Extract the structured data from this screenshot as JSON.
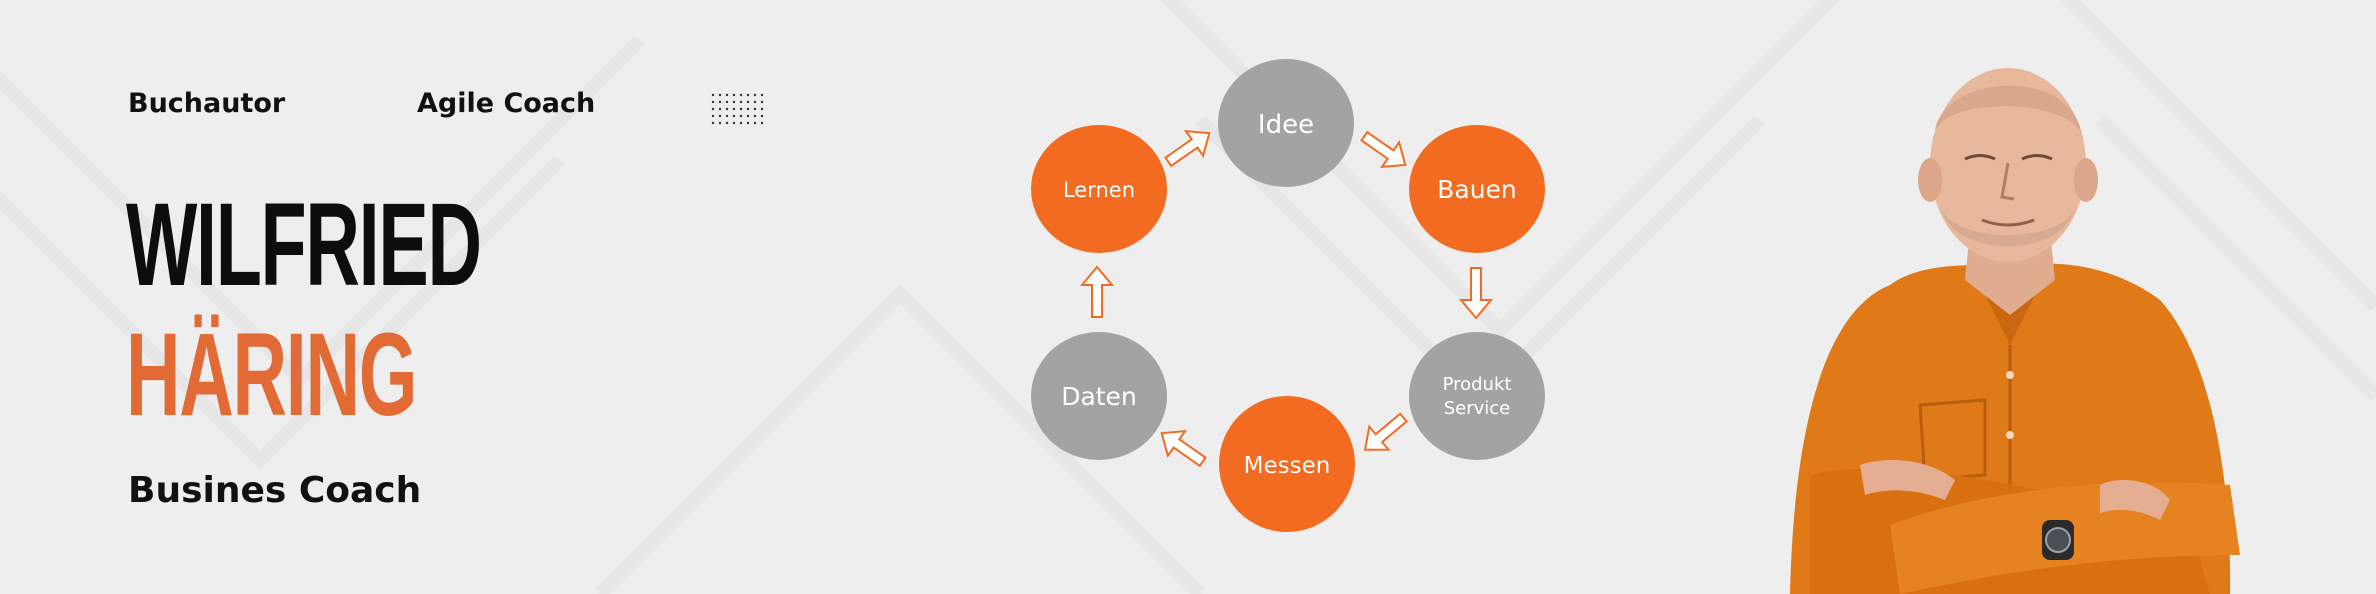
{
  "header": {
    "role_1": "Buchautor",
    "role_2": "Agile Coach"
  },
  "hero": {
    "first_name": "WILFRIED",
    "last_name": "HÄRING",
    "subtitle": "Busines Coach"
  },
  "cycle": {
    "steps": [
      "Idee",
      "Bauen",
      "Produkt Service",
      "Messen",
      "Daten",
      "Lernen"
    ],
    "step_product_line1": "Produkt",
    "step_product_line2": "Service"
  },
  "colors": {
    "accent": "#f26b21",
    "name_accent": "#e26b35",
    "neutral_circle": "#a3a3a3",
    "background": "#eeeeee"
  },
  "icons": {
    "decoration": "dot-grid-icon",
    "arrows": "outline-arrow-icon"
  }
}
